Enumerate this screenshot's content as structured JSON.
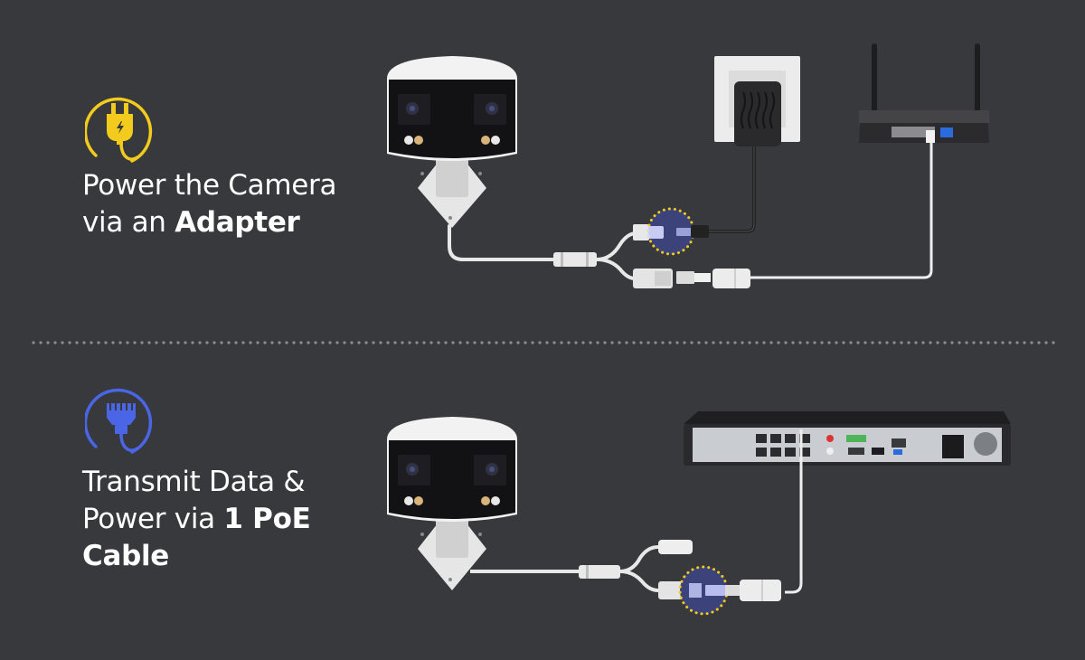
{
  "colors": {
    "background": "#38393d",
    "adapter_accent": "#f2cb1d",
    "poe_accent": "#4a66e6",
    "highlight_fill": "#3c437a",
    "highlight_dots": "#f2cb1d",
    "text": "#ffffff"
  },
  "sections": [
    {
      "id": "adapter",
      "icon": "power-plug-icon",
      "heading_line1": "Power the Camera",
      "heading_line2_regular": "via an ",
      "heading_line2_bold": "Adapter",
      "devices": [
        "dual-lens-camera",
        "power-adapter-in-wall-socket",
        "wifi-router",
        "split-cable",
        "rj45-coupler"
      ]
    },
    {
      "id": "poe",
      "icon": "ethernet-plug-icon",
      "heading_line1": "Transmit Data &",
      "heading_line2_regular": "Power via ",
      "heading_line2_bold": "1 PoE",
      "heading_line3_bold": "Cable",
      "devices": [
        "dual-lens-camera",
        "poe-nvr-recorder",
        "split-cable",
        "rj45-coupler"
      ]
    }
  ]
}
